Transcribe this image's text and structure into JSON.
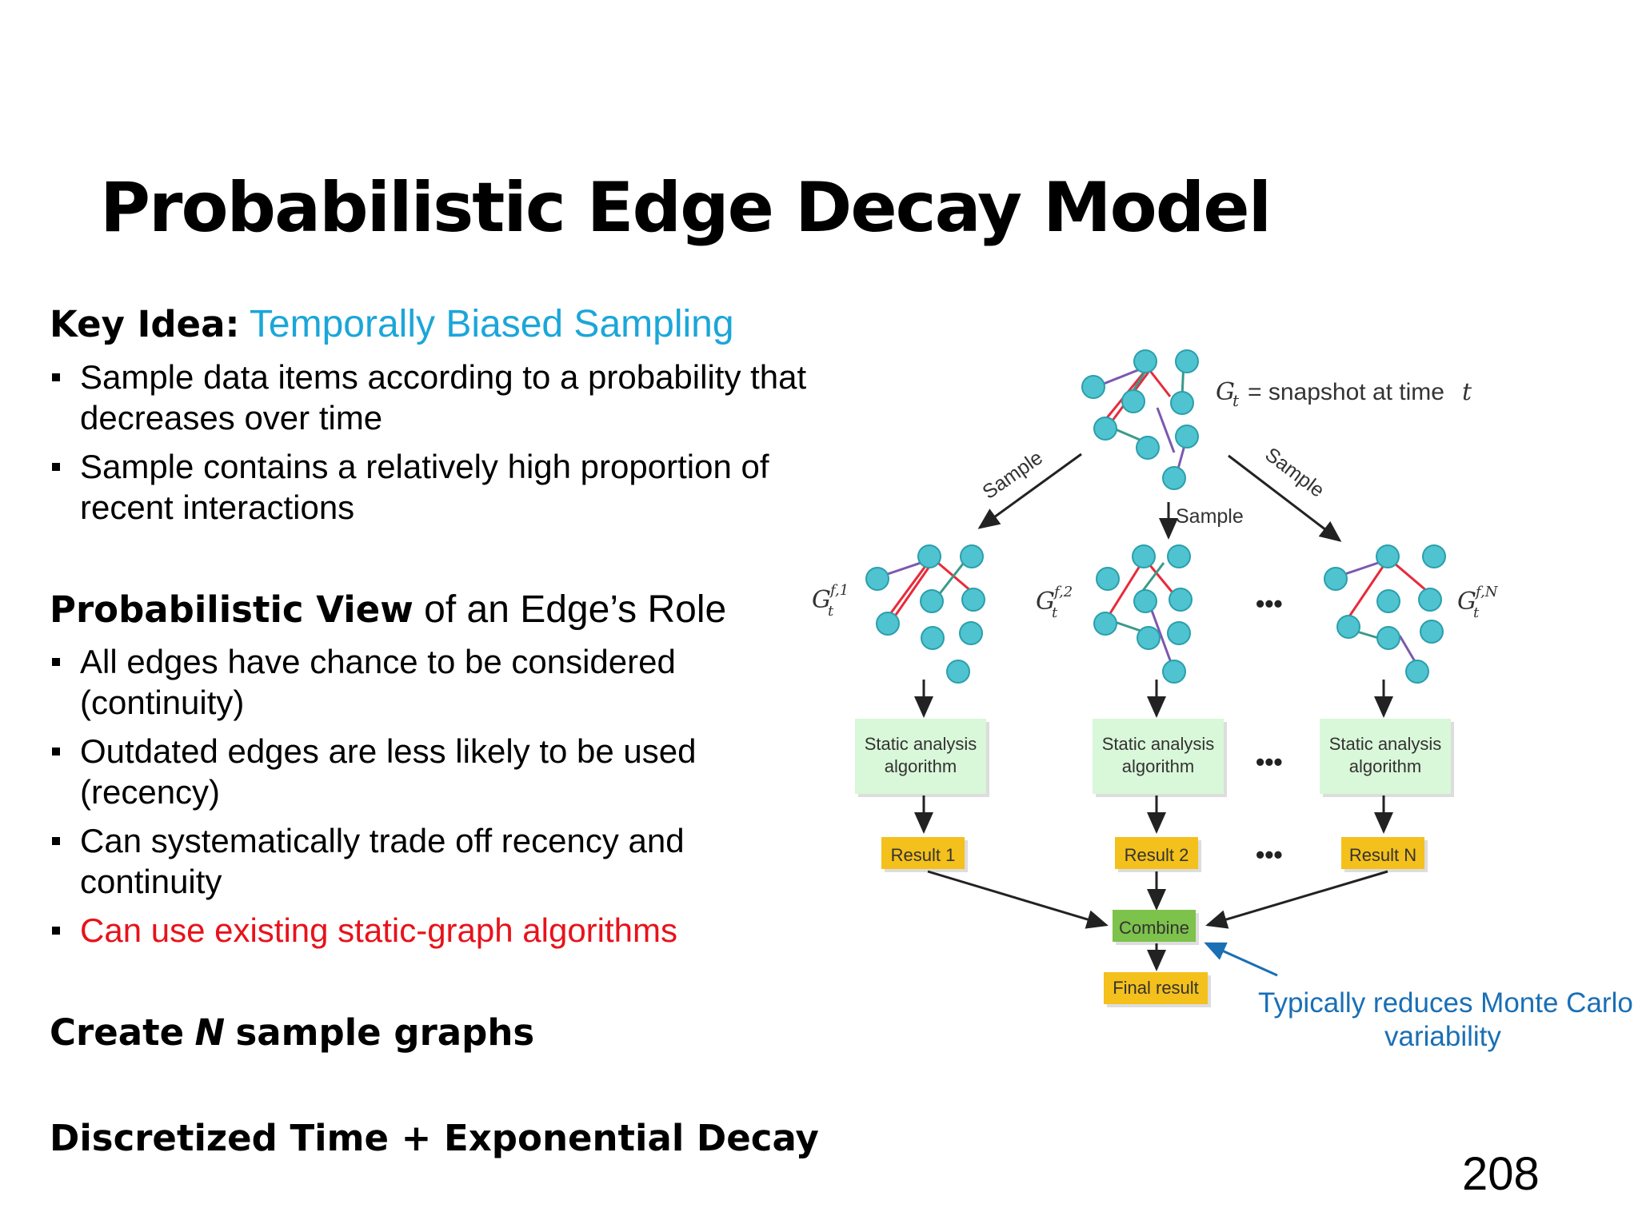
{
  "slide": {
    "title": "Probabilistic Edge Decay Model",
    "page_number": "208"
  },
  "key_idea": {
    "label": "Key Idea:",
    "text": "Temporally Biased Sampling",
    "bullets": [
      "Sample data items according to a probability that decreases over time",
      "Sample contains a relatively high proportion of recent interactions"
    ]
  },
  "probabilistic_view": {
    "label": "Probabilistic View",
    "text": "of an Edge’s Role",
    "bullets": [
      "All edges have chance to be considered (continuity)",
      "Outdated edges are less likely to be used (recency)",
      "Can systematically trade off recency and continuity",
      "Can use existing static-graph algorithms"
    ]
  },
  "create_samples": {
    "prefix": "Create",
    "n": "N",
    "suffix": "sample graphs"
  },
  "discretized": {
    "text": "Discretized Time + Exponential Decay"
  },
  "diagram": {
    "snapshot_label": "G",
    "snapshot_sub": "t",
    "snapshot_desc": "= snapshot at time",
    "snapshot_t": "t",
    "sample_label": "Sample",
    "sample_graph_base": "G",
    "sample_graph_sub": "t",
    "sample_graph_sups": [
      "f,1",
      "f,2",
      "f,N"
    ],
    "algorithm_line1": "Static analysis",
    "algorithm_line2": "algorithm",
    "results": [
      "Result 1",
      "Result 2",
      "Result N"
    ],
    "ellipsis": "•••",
    "combine": "Combine",
    "final_result": "Final result",
    "annotation_line1": "Typically  reduces Monte Carlo",
    "annotation_line2": "variability"
  },
  "colors": {
    "accent": "#1ba6d9",
    "highlight_red": "#e8121a",
    "node": "#4fc3cf",
    "algo_box": "#d9f7d9",
    "result_box": "#f4c01b",
    "combine_box": "#7dc24b",
    "annotation": "#1a6fb5"
  }
}
